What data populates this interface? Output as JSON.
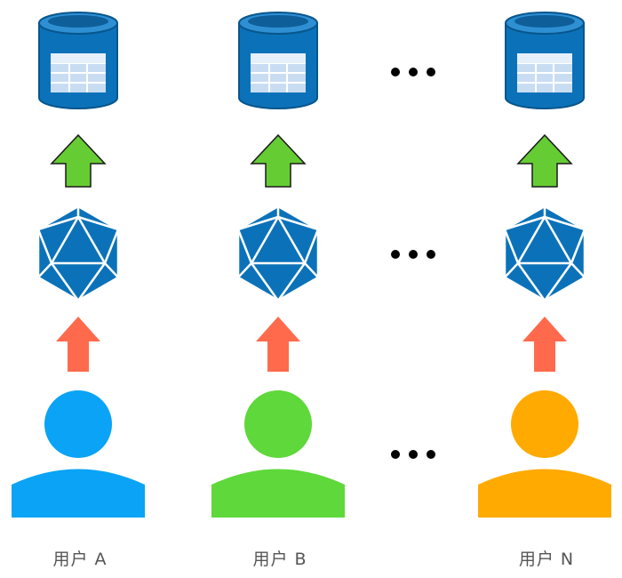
{
  "columns": [
    {
      "label": "用户 A",
      "user_color": "#0AA3F5"
    },
    {
      "label": "用户 B",
      "user_color": "#5ED83A"
    },
    {
      "label": "用户 N",
      "user_color": "#FFAA00"
    }
  ],
  "ellipsis": "...",
  "colors": {
    "database": "#0B72B9",
    "database_dark": "#08568C",
    "arrow_up_green": "#66CC33",
    "arrow_up_red": "#FF6A4D",
    "polyhedron": "#0B72B9"
  },
  "icons": [
    "database-icon",
    "green-arrow-icon",
    "polyhedron-icon",
    "red-arrow-icon",
    "user-icon"
  ]
}
